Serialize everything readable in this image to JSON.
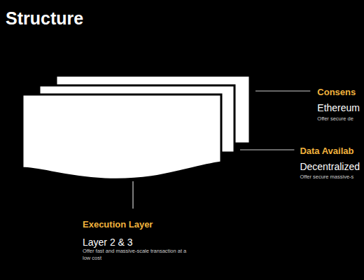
{
  "diagram": {
    "title": "Structure",
    "labels": [
      "Execution Layer",
      "Layer 2 & 3",
      "Offer fast and massive-scale transaction at a low cost",
      "Consens",
      "Ethereum",
      "Offer secure de",
      "Data Availab",
      "Decentralized",
      "Offer secure massive-s"
    ]
  }
}
